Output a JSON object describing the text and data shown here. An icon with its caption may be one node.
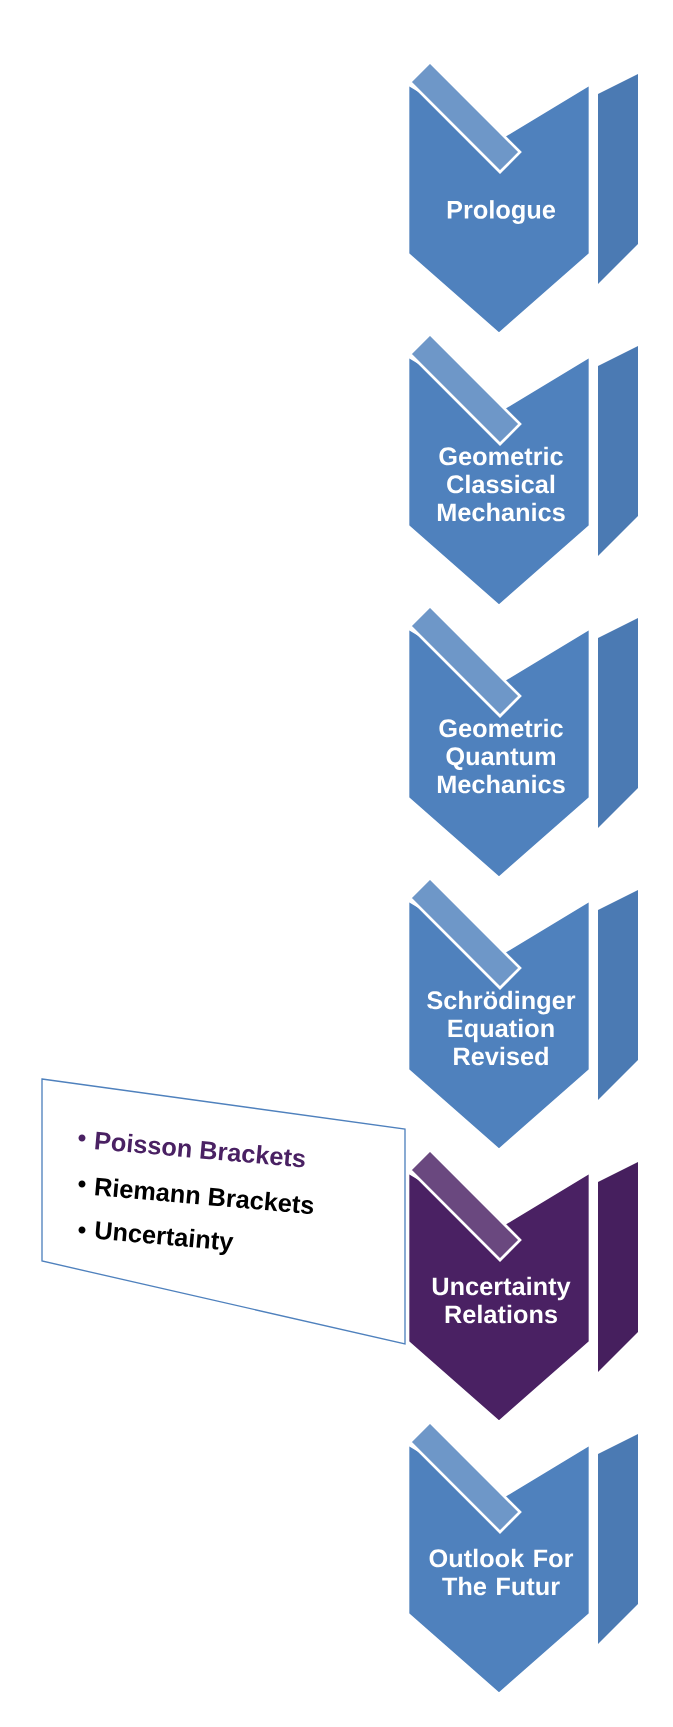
{
  "diagram": {
    "nodes": [
      {
        "text": [
          "Prologue"
        ]
      },
      {
        "text": [
          "Geometric Classical Mechanics"
        ]
      },
      {
        "text": [
          "Geometric Quantum Mechanics"
        ]
      },
      {
        "text": [
          "Schrödinger Equation Revised"
        ]
      },
      {
        "text": [
          "Uncertainty Relations"
        ]
      },
      {
        "text": [
          "Outlook For The Futur"
        ]
      },
      {
        "text": [
          "Poisson Brackets",
          "Riemann Brackets",
          "Uncertainty"
        ]
      }
    ]
  }
}
